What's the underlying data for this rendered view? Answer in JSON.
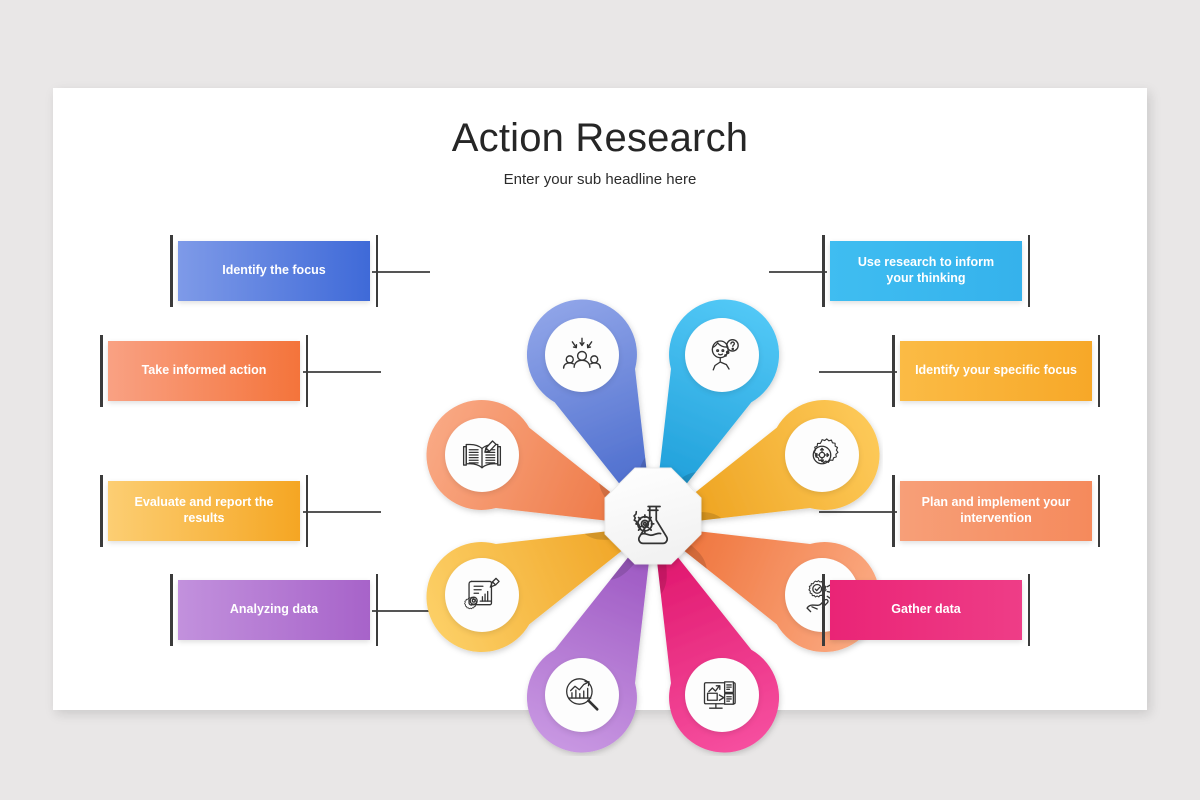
{
  "slide": {
    "title": "Action Research",
    "subtitle": "Enter your sub headline here",
    "background_color": "#e9e7e7",
    "card_color": "#ffffff"
  },
  "center": {
    "icon": "flask-gear-icon",
    "shape": "octagon",
    "fill": "#fbfbfb"
  },
  "labels": [
    {
      "id": "identify-the-focus",
      "text": "Identify the focus",
      "side": "left",
      "color_start": "#7e9ae8",
      "color_end": "#3f6ad8",
      "icon": "target-audience-icon"
    },
    {
      "id": "take-informed-action",
      "text": "Take informed action",
      "side": "left",
      "color_start": "#f9a183",
      "color_end": "#f4743b",
      "icon": "book-pencil-icon"
    },
    {
      "id": "evaluate-and-report-the-results",
      "text": "Evaluate and report the results",
      "side": "left",
      "color_start": "#fcce73",
      "color_end": "#f5a623",
      "icon": "report-chart-gear-icon"
    },
    {
      "id": "analyzing-data",
      "text": "Analyzing data",
      "side": "left",
      "color_start": "#c291dd",
      "color_end": "#a763c9",
      "icon": "chart-magnifier-icon"
    },
    {
      "id": "use-research-to-inform-your-thinking",
      "text": "Use research to inform your thinking",
      "side": "right",
      "color_start": "#3fbdf1",
      "color_end": "#35b2ec",
      "icon": "thinking-person-question-icon"
    },
    {
      "id": "identify-your-specific-focus",
      "text": "Identify your specific focus",
      "side": "right",
      "color_start": "#fbbb45",
      "color_end": "#f7a828",
      "icon": "gear-target-arrows-icon"
    },
    {
      "id": "plan-and-implement-your-intervention",
      "text": "Plan and implement your intervention",
      "side": "right",
      "color_start": "#f79f78",
      "color_end": "#f58a5c",
      "icon": "hand-gear-check-icon"
    },
    {
      "id": "gather-data",
      "text": "Gather data",
      "side": "right",
      "color_start": "#ea2476",
      "color_end": "#ee3d87",
      "icon": "monitor-data-documents-icon"
    }
  ],
  "petals": [
    {
      "id": "petal-blue",
      "angle": -22.5,
      "color_start": "#8298e3",
      "color_end": "#3f62c8",
      "icon": "target-audience-icon"
    },
    {
      "id": "petal-lightblue",
      "angle": 22.5,
      "color_start": "#46c3f4",
      "color_end": "#179ed9",
      "icon": "thinking-person-question-icon"
    },
    {
      "id": "petal-amber",
      "angle": 67.5,
      "color_start": "#fcc24c",
      "color_end": "#eea01c",
      "icon": "gear-target-arrows-icon"
    },
    {
      "id": "petal-salmon",
      "angle": 112.5,
      "color_start": "#f9a378",
      "color_end": "#ef6f35",
      "icon": "hand-gear-check-icon"
    },
    {
      "id": "petal-pink",
      "angle": 157.5,
      "color_start": "#f3479a",
      "color_end": "#e01268",
      "icon": "monitor-data-documents-icon"
    },
    {
      "id": "petal-purple",
      "angle": 202.5,
      "color_start": "#c28ede",
      "color_end": "#9b55c1",
      "icon": "chart-magnifier-icon"
    },
    {
      "id": "petal-yellow",
      "angle": 247.5,
      "color_start": "#fbc95f",
      "color_end": "#f0a222",
      "icon": "report-chart-gear-icon"
    },
    {
      "id": "petal-orange",
      "angle": 292.5,
      "color_start": "#f79f7a",
      "color_end": "#ee7440",
      "icon": "book-pencil-icon"
    }
  ]
}
